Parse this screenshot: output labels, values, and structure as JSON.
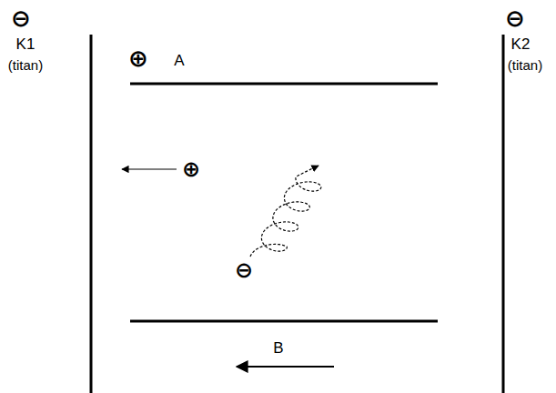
{
  "diagram": {
    "labels": [
      "⊖",
      "K1",
      "(titan)",
      "⊖",
      "K2",
      "(titan)",
      "⊕",
      "A",
      "⊕",
      "⊖",
      "B"
    ]
  }
}
